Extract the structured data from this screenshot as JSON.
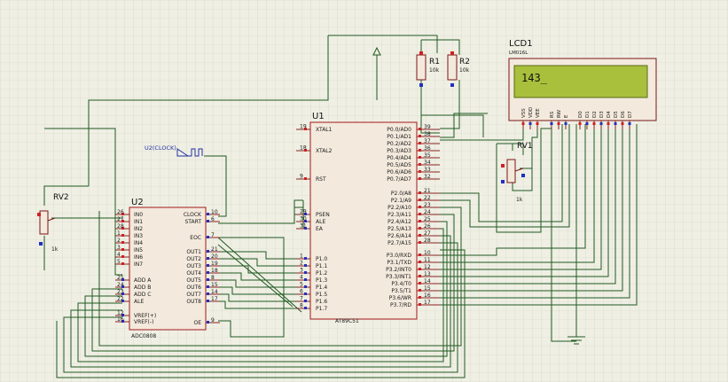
{
  "u1": {
    "ref": "U1",
    "part": "AT89C51",
    "left_pins": [
      {
        "num": "19",
        "name": "XTAL1"
      },
      {
        "num": "18",
        "name": "XTAL2"
      },
      {
        "num": "9",
        "name": "RST"
      },
      {
        "num": "29",
        "name": "PSEN"
      },
      {
        "num": "30",
        "name": "ALE"
      },
      {
        "num": "31",
        "name": "EA"
      },
      {
        "num": "1",
        "name": "P1.0"
      },
      {
        "num": "2",
        "name": "P1.1"
      },
      {
        "num": "3",
        "name": "P1.2"
      },
      {
        "num": "4",
        "name": "P1.3"
      },
      {
        "num": "5",
        "name": "P1.4"
      },
      {
        "num": "6",
        "name": "P1.5"
      },
      {
        "num": "7",
        "name": "P1.6"
      },
      {
        "num": "8",
        "name": "P1.7"
      }
    ],
    "right_pins": [
      {
        "num": "39",
        "name": "P0.0/AD0"
      },
      {
        "num": "38",
        "name": "P0.1/AD1"
      },
      {
        "num": "37",
        "name": "P0.2/AD2"
      },
      {
        "num": "36",
        "name": "P0.3/AD3"
      },
      {
        "num": "35",
        "name": "P0.4/AD4"
      },
      {
        "num": "34",
        "name": "P0.5/AD5"
      },
      {
        "num": "33",
        "name": "P0.6/AD6"
      },
      {
        "num": "32",
        "name": "P0.7/AD7"
      },
      {
        "num": "21",
        "name": "P2.0/A8"
      },
      {
        "num": "22",
        "name": "P2.1/A9"
      },
      {
        "num": "23",
        "name": "P2.2/A10"
      },
      {
        "num": "24",
        "name": "P2.3/A11"
      },
      {
        "num": "25",
        "name": "P2.4/A12"
      },
      {
        "num": "26",
        "name": "P2.5/A13"
      },
      {
        "num": "27",
        "name": "P2.6/A14"
      },
      {
        "num": "28",
        "name": "P2.7/A15"
      },
      {
        "num": "10",
        "name": "P3.0/RXD"
      },
      {
        "num": "11",
        "name": "P3.1/TXD"
      },
      {
        "num": "12",
        "name": "P3.2/INT0"
      },
      {
        "num": "13",
        "name": "P3.3/INT1"
      },
      {
        "num": "14",
        "name": "P3.4/T0"
      },
      {
        "num": "15",
        "name": "P3.5/T1"
      },
      {
        "num": "16",
        "name": "P3.6/WR"
      },
      {
        "num": "17",
        "name": "P3.7/RD"
      }
    ]
  },
  "u2": {
    "ref": "U2",
    "part": "ADC0808",
    "left_pins": [
      {
        "num": "26",
        "name": "IN0"
      },
      {
        "num": "27",
        "name": "IN1"
      },
      {
        "num": "28",
        "name": "IN2"
      },
      {
        "num": "1",
        "name": "IN3"
      },
      {
        "num": "2",
        "name": "IN4"
      },
      {
        "num": "3",
        "name": "IN5"
      },
      {
        "num": "4",
        "name": "IN6"
      },
      {
        "num": "5",
        "name": "IN7"
      },
      {
        "num": "25",
        "name": "ADD A"
      },
      {
        "num": "24",
        "name": "ADD B"
      },
      {
        "num": "23",
        "name": "ADD C"
      },
      {
        "num": "22",
        "name": "ALE"
      },
      {
        "num": "12",
        "name": "VREF(+)"
      },
      {
        "num": "16",
        "name": "VREF(-)"
      }
    ],
    "right_pins": [
      {
        "num": "10",
        "name": "CLOCK"
      },
      {
        "num": "6",
        "name": "START"
      },
      {
        "num": "7",
        "name": "EOC"
      },
      {
        "num": "21",
        "name": "OUT1"
      },
      {
        "num": "20",
        "name": "OUT2"
      },
      {
        "num": "19",
        "name": "OUT3"
      },
      {
        "num": "18",
        "name": "OUT4"
      },
      {
        "num": "8",
        "name": "OUT5"
      },
      {
        "num": "15",
        "name": "OUT6"
      },
      {
        "num": "14",
        "name": "OUT7"
      },
      {
        "num": "17",
        "name": "OUT8"
      },
      {
        "num": "9",
        "name": "OE"
      }
    ]
  },
  "lcd": {
    "ref": "LCD1",
    "part": "LM016L",
    "display_text": "143_",
    "pins": [
      "VSS",
      "VDD",
      "VEE",
      "RS",
      "RW",
      "E",
      "D0",
      "D1",
      "D2",
      "D3",
      "D4",
      "D5",
      "D6",
      "D7"
    ],
    "screen_color": "#a8c03c"
  },
  "r1": {
    "ref": "R1",
    "value": "10k"
  },
  "r2": {
    "ref": "R2",
    "value": "10k"
  },
  "rv1": {
    "ref": "RV1",
    "value": "1k"
  },
  "rv2": {
    "ref": "RV2",
    "value": "1k"
  },
  "clock_label": "U2(CLOCK)",
  "colors": {
    "wire": "#1f5a1f",
    "body_outline": "#a01818",
    "grid": "#cfcfbf",
    "background": "#efefe4"
  }
}
